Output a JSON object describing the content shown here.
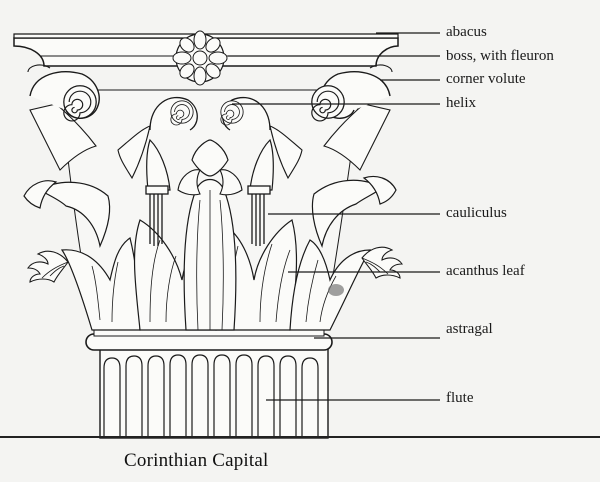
{
  "title": "Corinthian Capital",
  "labels": {
    "abacus": "abacus",
    "boss": "boss, with fleuron",
    "corner_volute": "corner volute",
    "helix": "helix",
    "cauliculus": "cauliculus",
    "acanthus_leaf": "acanthus leaf",
    "astragal": "astragal",
    "flute": "flute"
  },
  "colors": {
    "ink": "#1a1a1a",
    "paper": "#f4f4f2"
  }
}
